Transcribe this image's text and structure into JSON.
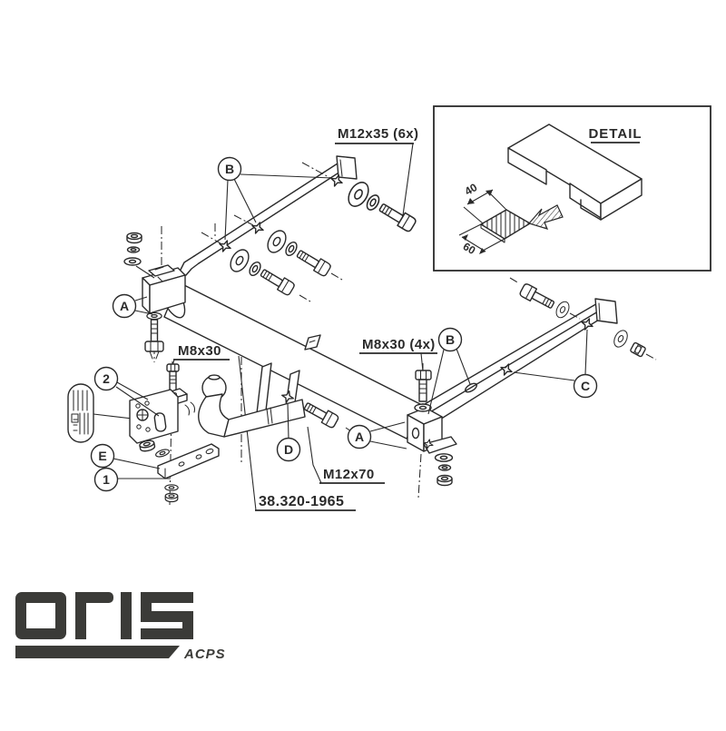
{
  "colors": {
    "line": "#2a2a2a",
    "logo": "#3b3b38",
    "background": "#ffffff"
  },
  "drawing": {
    "labels": {
      "m12x35": "M12x35 (6x)",
      "m8x30_left": "M8x30",
      "m8x30_4x": "M8x30 (4x)",
      "m12x70": "M12x70",
      "part_number": "38.320-1965"
    },
    "callouts": {
      "a1": "A",
      "b1": "B",
      "two": "2",
      "e": "E",
      "one": "1",
      "d": "D",
      "a2": "A",
      "b2": "B",
      "c": "C"
    },
    "detail": {
      "title": "DETAIL",
      "dim_40": "40",
      "dim_60": "60"
    }
  },
  "logo": {
    "brand": "oris",
    "sub": "ACPS"
  }
}
